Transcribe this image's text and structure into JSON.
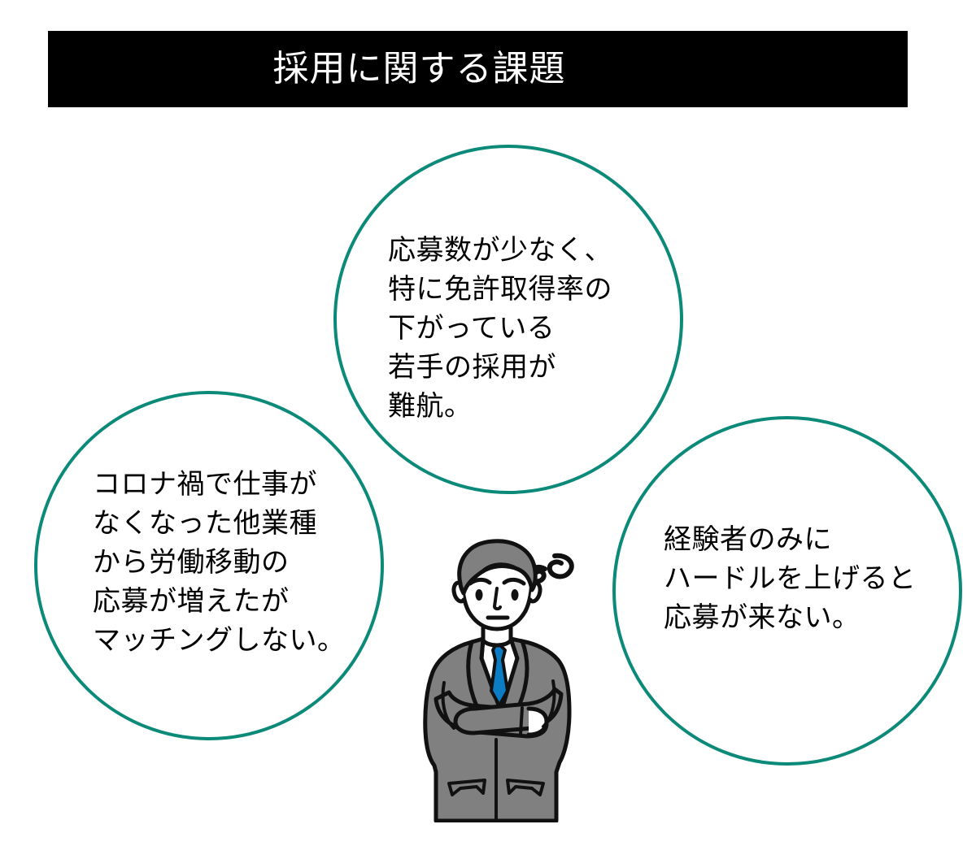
{
  "header": {
    "title": "採用に関する課題",
    "background_color": "#000000",
    "text_color": "#ffffff"
  },
  "theme": {
    "circle_stroke_color": "#0c8a79",
    "page_background": "#ffffff",
    "body_text_color": "#000000",
    "suit_color": "#808080",
    "hair_color": "#808080",
    "tie_color": "#0c7cc4",
    "outline_color": "#111111",
    "skin_color": "#ffffff"
  },
  "circles": [
    {
      "id": "top",
      "position": "top-center",
      "lines": [
        "応募数が少なく、",
        "特に免許取得率の",
        "下がっている",
        "若手の採用が",
        "難航。"
      ],
      "text": "応募数が少なく、\n特に免許取得率の\n下がっている\n若手の採用が\n難航。"
    },
    {
      "id": "left",
      "position": "bottom-left",
      "lines": [
        "コロナ禍で仕事が",
        "なくなった他業種",
        "から労働移動の",
        "応募が増えたが",
        "マッチングしない。"
      ],
      "text": "コロナ禍で仕事が\nなくなった他業種\nから労働移動の\n応募が増えたが\nマッチングしない。"
    },
    {
      "id": "right",
      "position": "bottom-right",
      "lines": [
        "経験者のみに",
        "ハードルを上げると",
        "応募が来ない。"
      ],
      "text": "経験者のみに\nハードルを上げると\n応募が来ない。"
    }
  ],
  "illustration": {
    "name": "worried-businessman",
    "description": "腕を組んで困っている男性会社員",
    "expression": "troubled",
    "symbol": "sweat-swirl-mark"
  }
}
